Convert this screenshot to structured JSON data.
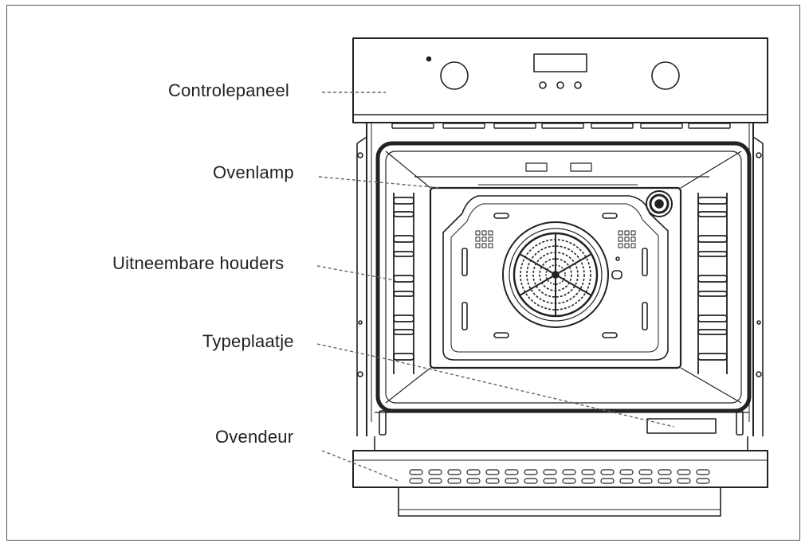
{
  "labels": {
    "control_panel": "Controlepaneel",
    "oven_lamp": "Ovenlamp",
    "removable_holders": "Uitneembare houders",
    "type_plate": "Typeplaatje",
    "oven_door": "Ovendeur"
  },
  "colors": {
    "line": "#222222",
    "leader": "#666666",
    "background": "#ffffff"
  }
}
